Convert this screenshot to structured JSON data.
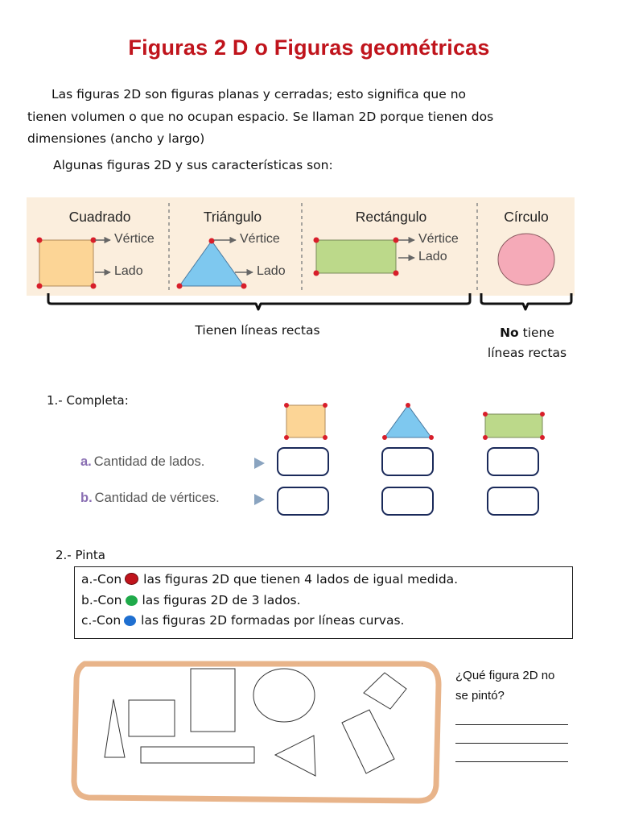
{
  "title": "Figuras  2 D o Figuras geométricas",
  "intro": {
    "line1": "Las figuras 2D son figuras planas y cerradas; esto significa que no",
    "line2": "tienen volumen o que no ocupan espacio. Se llaman 2D porque tienen dos",
    "line3": "dimensiones (ancho y largo)",
    "line4": "Algunas figuras 2D y sus características son:"
  },
  "shapes": {
    "square": {
      "name": "Cuadrado",
      "vertex": "Vértice",
      "side": "Lado"
    },
    "triangle": {
      "name": "Triángulo",
      "vertex": "Vértice",
      "side": "Lado"
    },
    "rectangle": {
      "name": "Rectángulo",
      "vertex": "Vértice",
      "side": "Lado"
    },
    "circle": {
      "name": "Círculo"
    }
  },
  "groups": {
    "straight": "Tienen líneas rectas",
    "curved_bold": "No",
    "curved_rest": " tiene",
    "curved_line2": "líneas rectas"
  },
  "exercise1": {
    "title": "1.- Completa:",
    "row_a_letter": "a.",
    "row_a": "Cantidad de lados.",
    "row_b_letter": "b.",
    "row_b": "Cantidad de vértices."
  },
  "exercise2": {
    "title": "2.- Pinta",
    "rows": [
      {
        "prefix": "a.-Con",
        "text": "las figuras 2D que tienen 4 lados de igual medida.",
        "color": "#c0141c"
      },
      {
        "prefix": "b.-Con",
        "text": "las figuras 2D de 3 lados.",
        "color": "#1faa4a"
      },
      {
        "prefix": "c.-Con",
        "text": "las figuras 2D formadas por líneas curvas.",
        "color": "#1f6fd0"
      }
    ]
  },
  "question": {
    "line1": "¿Qué figura 2D no",
    "line2": "se pintó?"
  },
  "colors": {
    "title": "#c0141c",
    "square_fill": "#fcd596",
    "triangle_fill": "#7ec8ef",
    "rectangle_fill": "#bcd98a",
    "circle_fill": "#f5aab8",
    "vertex_dot": "#d81e2a",
    "panel_bg": "#fbeedd"
  }
}
